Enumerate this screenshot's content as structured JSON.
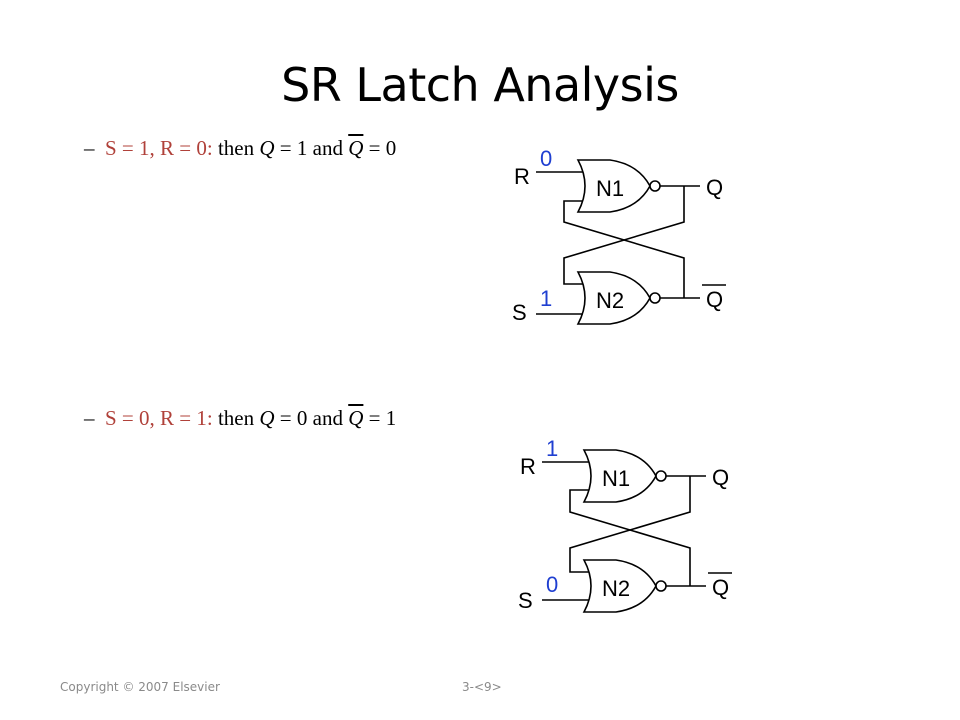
{
  "title": "SR Latch Analysis",
  "bullets": [
    {
      "dash": "–",
      "condition": "S = 1, R = 0:",
      "rest_prefix": " then ",
      "q_symbol": "Q",
      "q_eq": " = 1 and ",
      "qbar_symbol": "Q",
      "qbar_eq": " = 0"
    },
    {
      "dash": "–",
      "condition": "S = 0, R = 1:",
      "rest_prefix": " then ",
      "q_symbol": "Q",
      "q_eq": " = 0 and ",
      "qbar_symbol": "Q",
      "qbar_eq": " = 1"
    }
  ],
  "diagrams": [
    {
      "r_label": "R",
      "s_label": "S",
      "r_value": "0",
      "s_value": "1",
      "gate_top": "N1",
      "gate_bottom": "N2",
      "out_top": "Q",
      "out_bottom": "Q"
    },
    {
      "r_label": "R",
      "s_label": "S",
      "r_value": "1",
      "s_value": "0",
      "gate_top": "N1",
      "gate_bottom": "N2",
      "out_top": "Q",
      "out_bottom": "Q"
    }
  ],
  "colors": {
    "value_blue": "#1f3fd1",
    "condition_red": "#b0413a"
  },
  "footer": {
    "copyright": "Copyright © 2007 Elsevier",
    "page": "3-<9>"
  }
}
